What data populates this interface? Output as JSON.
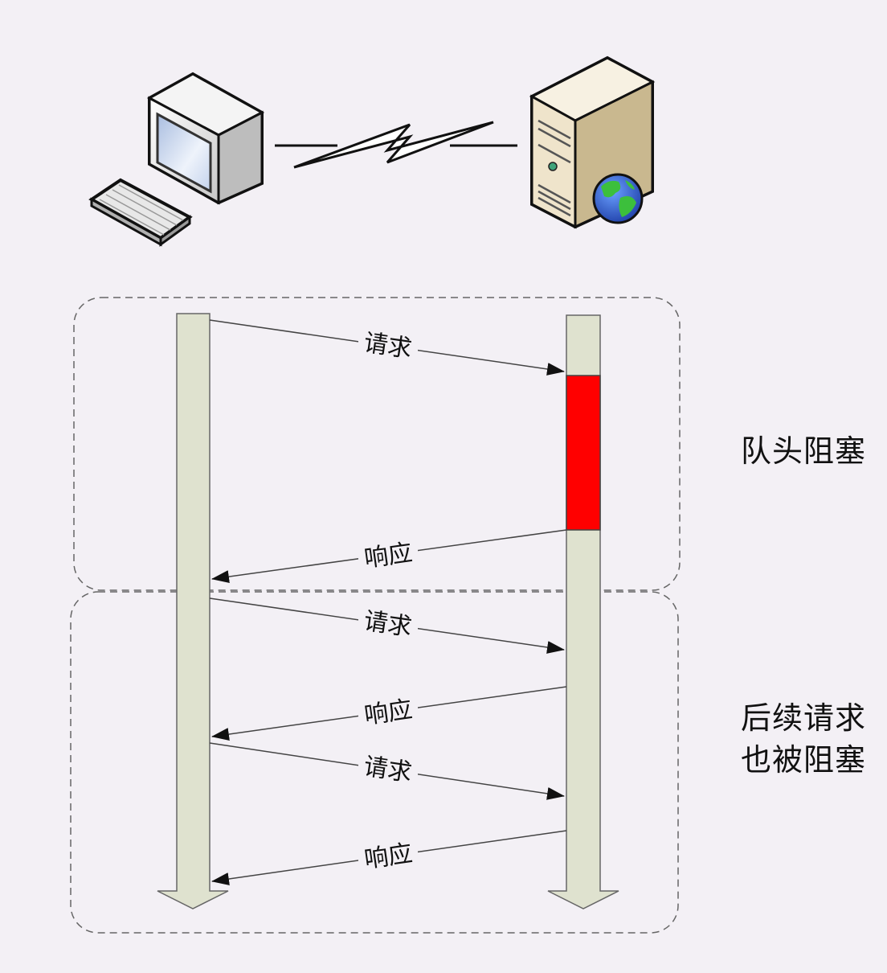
{
  "labels": {
    "request": "请求",
    "response": "响应"
  },
  "annotations": {
    "head_of_line_blocking": "队头阻塞",
    "subsequent_line1": "后续请求",
    "subsequent_line2": "也被阻塞"
  },
  "colors": {
    "background": "#f3f0f5",
    "lifeline": "#dfe2cf",
    "blocked": "#ff0000"
  },
  "icons": {
    "client": "desktop-computer-icon",
    "server": "web-server-icon",
    "link": "lightning-link-icon"
  }
}
